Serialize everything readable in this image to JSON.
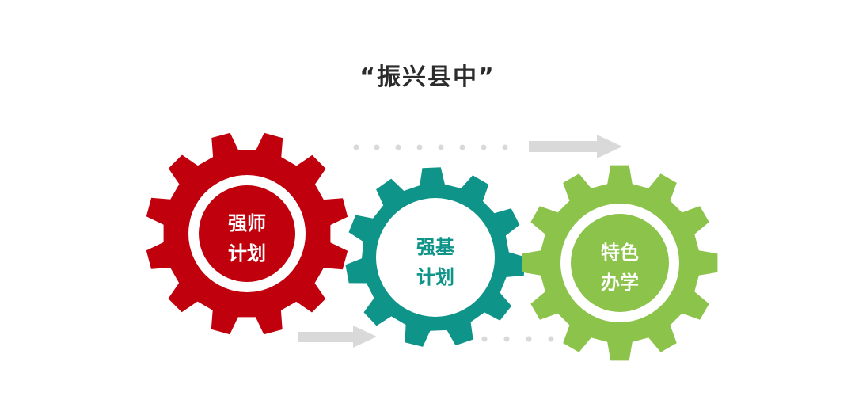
{
  "title": "“振兴县中”",
  "colors": {
    "red": "#c0000c",
    "teal": "#0e9488",
    "green": "#8cc34a",
    "arrow": "#d9d9d9",
    "dot": "#d9d9d9",
    "title": "#2b2b2b"
  },
  "gears": [
    {
      "id": "gear-qiangshi",
      "line1": "强师",
      "line2": "计划",
      "color": "#c0000c",
      "label_color": "#ffffff",
      "center_fill": "#c0000c"
    },
    {
      "id": "gear-qiangji",
      "line1": "强基",
      "line2": "计划",
      "color": "#0e9488",
      "label_color": "#0e9488",
      "center_fill": "#ffffff"
    },
    {
      "id": "gear-tese",
      "line1": "特色",
      "line2": "办学",
      "color": "#8cc34a",
      "label_color": "#ffffff",
      "center_fill": "#8cc34a"
    }
  ],
  "icons": {
    "arrow_top": "right-arrow-icon",
    "arrow_bottom": "right-arrow-icon"
  }
}
